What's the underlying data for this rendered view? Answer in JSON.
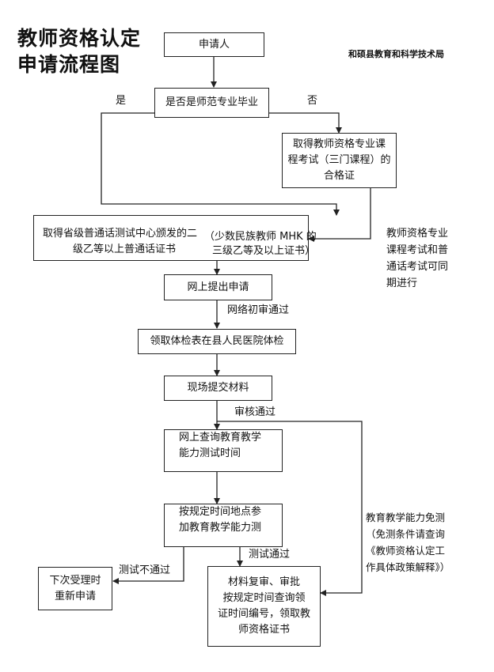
{
  "title": {
    "line1": "教师资格认定",
    "line2": "申请流程图"
  },
  "organization": "和硕县教育和科学技术局",
  "nodes": {
    "applicant": "申请人",
    "question": "是否是师范专业毕业",
    "course_exam": [
      "取得教师资格专业课",
      "程考试（三门课程）的",
      "合格证"
    ],
    "putonghua_main": [
      "取得省级普通话测试中心颁发的二",
      "级乙等以上普通话证书"
    ],
    "putonghua_minority": [
      "（少数民族教师 MHK 的",
      "三级乙等及以上证书）"
    ],
    "online_apply": "网上提出申请",
    "physical_exam": "领取体检表在县人民医院体检",
    "submit_materials": "现场提交材料",
    "query_test_time": [
      "网上查询教育教学",
      "能力测试时间"
    ],
    "ability_test": [
      "按规定时间地点参",
      "加教育教学能力测"
    ],
    "next_time": [
      "下次受理时",
      "重新申请"
    ],
    "final": [
      "材料复审、审批",
      "按规定时间查询领",
      "证时间编号，领取教",
      "师资格证书"
    ]
  },
  "labels": {
    "yes": "是",
    "no": "否",
    "online_pass": "网络初审通过",
    "review_pass": "审核通过",
    "test_fail": "测试不通过",
    "test_pass": "测试通过"
  },
  "notes": {
    "simultaneous": [
      "教师资格专业",
      "课程考试和普",
      "通话考试可同",
      "期进行"
    ],
    "exemption": [
      "教育教学能力免测",
      "（免测条件请查询",
      "《教师资格认定工",
      "作具体政策解释》）"
    ]
  }
}
